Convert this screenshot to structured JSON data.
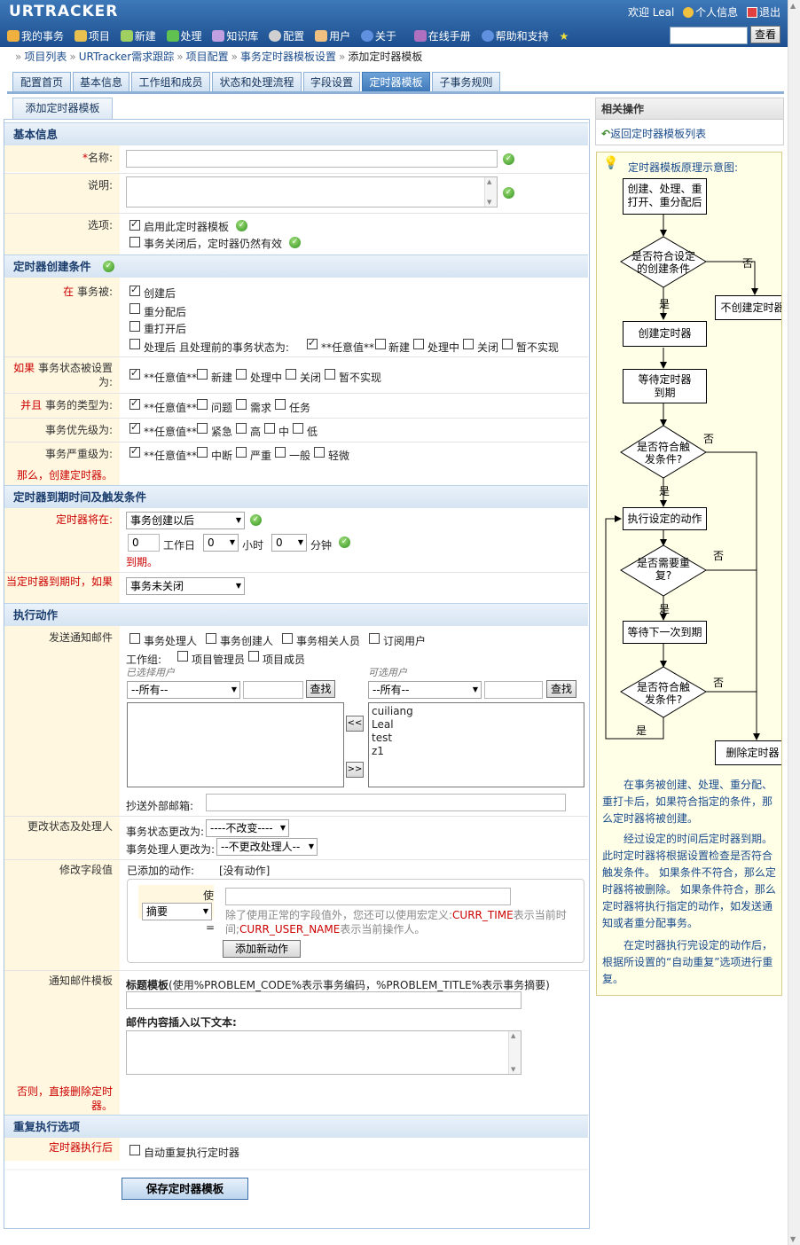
{
  "header": {
    "logo": "URTRACKER",
    "welcome": "欢迎 Leal",
    "profile": "个人信息",
    "logout": "退出",
    "nav": [
      "我的事务",
      "项目",
      "新建",
      "处理",
      "知识库",
      "配置",
      "用户",
      "关于",
      "在线手册",
      "帮助和支持"
    ],
    "search_button": "查看"
  },
  "breadcrumb": {
    "items": [
      "项目列表",
      "URTracker需求跟踪",
      "项目配置",
      "事务定时器模板设置"
    ],
    "current": "添加定时器模板"
  },
  "tabs": [
    "配置首页",
    "基本信息",
    "工作组和成员",
    "状态和处理流程",
    "字段设置",
    "定时器模板",
    "子事务规则"
  ],
  "active_tab": "定时器模板",
  "form_tab": "添加定时器模板",
  "basic": {
    "title": "基本信息",
    "name_label": "名称:",
    "required_mark": "*",
    "desc_label": "说明:",
    "options_label": "选项:",
    "opt_enable": "启用此定时器模板",
    "opt_closed": "事务关闭后，定时器仍然有效"
  },
  "create": {
    "title": "定时器创建条件",
    "when_red": "在",
    "when_label": "事务被:",
    "ev_create": "创建后",
    "ev_assign": "重分配后",
    "ev_reopen": "重打开后",
    "ev_process": "处理后",
    "ev_process_cond": "且处理前的事务状态为:",
    "status_red": "如果",
    "status_label": "事务状态被设置为:",
    "type_red": "并且",
    "type_label": "事务的类型为:",
    "pri_label": "事务优先级为:",
    "sev_label": "事务严重级为:",
    "then_label": "那么，创建定时器。",
    "any": "**任意值**",
    "statuses": [
      "新建",
      "处理中",
      "关闭",
      "暂不实现"
    ],
    "types": [
      "问题",
      "需求",
      "任务"
    ],
    "priorities": [
      "紧急",
      "高",
      "中",
      "低"
    ],
    "severities": [
      "中断",
      "严重",
      "一般",
      "轻微"
    ]
  },
  "expire": {
    "title": "定时器到期时间及触发条件",
    "at_label": "定时器将在:",
    "base": "事务创建以后",
    "days": "0",
    "days_unit": "工作日",
    "hours": "0",
    "hours_unit": "小时",
    "minutes": "0",
    "minutes_unit": "分钟",
    "due": "到期。",
    "if_label": "当定时器到期时，如果",
    "cond": "事务未关闭"
  },
  "action": {
    "title": "执行动作",
    "mail_label": "发送通知邮件",
    "recipients": [
      "事务处理人",
      "事务创建人",
      "事务相关人员",
      "订阅用户"
    ],
    "group_label": "工作组:",
    "groups": [
      "项目管理员",
      "项目成员"
    ],
    "selected_label": "已选择用户",
    "available_label": "可选用户",
    "all": "--所有--",
    "find": "查找",
    "add": "<<",
    "remove": ">>",
    "users": [
      "cuiliang",
      "Leal",
      "test",
      "z1"
    ],
    "cc_label": "抄送外部邮箱:",
    "change_label": "更改状态及处理人",
    "status_change_label": "事务状态更改为:",
    "status_change_value": "----不改变----",
    "handler_change_label": "事务处理人更改为:",
    "handler_change_value": "--不更改处理人--",
    "field_label": "修改字段值",
    "added_label": "已添加的动作:",
    "no_action": "[没有动作]",
    "use_label": "使",
    "eq_label": "=",
    "field_select": "摘要",
    "hint_pre": "除了使用正常的字段值外，您还可以使用宏定义:",
    "macro_time": "CURR_TIME",
    "hint_time": "表示当前时间;",
    "macro_user": "CURR_USER_NAME",
    "hint_user": "表示当前操作人。",
    "add_action": "添加新动作",
    "mail_tpl_label": "通知邮件模板",
    "subject_label": "标题模板",
    "subject_hint": "(使用%PROBLEM_CODE%表示事务编码，%PROBLEM_TITLE%表示事务摘要)",
    "body_label": "邮件内容插入以下文本:",
    "else_label": "否则，直接删除定时器。"
  },
  "repeat": {
    "title": "重复执行选项",
    "after_label": "定时器执行后",
    "auto": "自动重复执行定时器"
  },
  "save_button": "保存定时器模板",
  "side": {
    "title": "相关操作",
    "back": "返回定时器模板列表"
  },
  "flow": {
    "title": "定时器模板原理示意图:",
    "n1": "创建、处理、重打开、重分配后",
    "d1": "是否符合设定的创建条件",
    "no_create": "不创建定时器",
    "n2": "创建定时器",
    "n3": "等待定时器到期",
    "d2": "是否符合触发条件?",
    "n4": "执行设定的动作",
    "d3": "是否需要重复?",
    "n5": "等待下一次到期",
    "d4": "是否符合触发条件?",
    "n6": "删除定时器",
    "yes": "是",
    "no": "否",
    "p1": "在事务被创建、处理、重分配、重打卡后，如果符合指定的条件，那么定时器将被创建。",
    "p2": "经过设定的时间后定时器到期。此时定时器将根据设置检查是否符合触发条件。 如果条件不符合，那么定时器将被删除。 如果条件符合，那么定时器将执行指定的动作，如发送通知或者重分配事务。",
    "p3": "在定时器执行完设定的动作后，根据所设置的“自动重复”选项进行重复。"
  },
  "colors": {
    "header": "#2a62a4",
    "label_bg": "#fff7e0",
    "section": "#d6e4f2",
    "red": "#cc0000"
  }
}
